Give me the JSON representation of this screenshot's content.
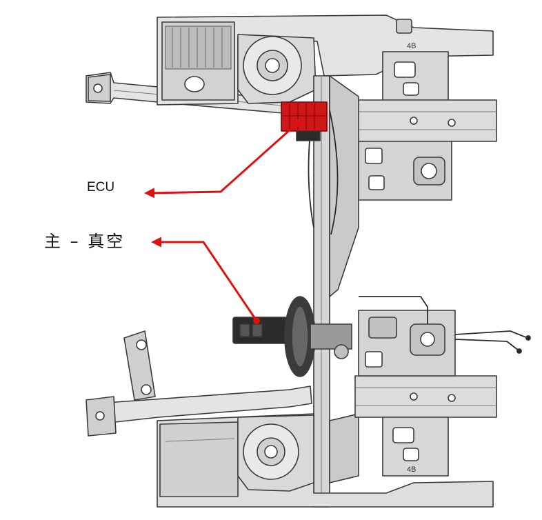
{
  "diagram": {
    "background": "#ffffff",
    "line_color": "#3a3a3a",
    "fill_light": "#e4e4e4",
    "fill_mid": "#c9c9c9",
    "fill_dark": "#2b2b2b",
    "highlight_color": "#d01818",
    "callouts": [
      {
        "label": "ECU",
        "target": "ecu-module"
      },
      {
        "label": "主 – 真空",
        "target": "master-vacuum-booster"
      }
    ],
    "stamps": [
      "4B",
      "4B"
    ]
  }
}
